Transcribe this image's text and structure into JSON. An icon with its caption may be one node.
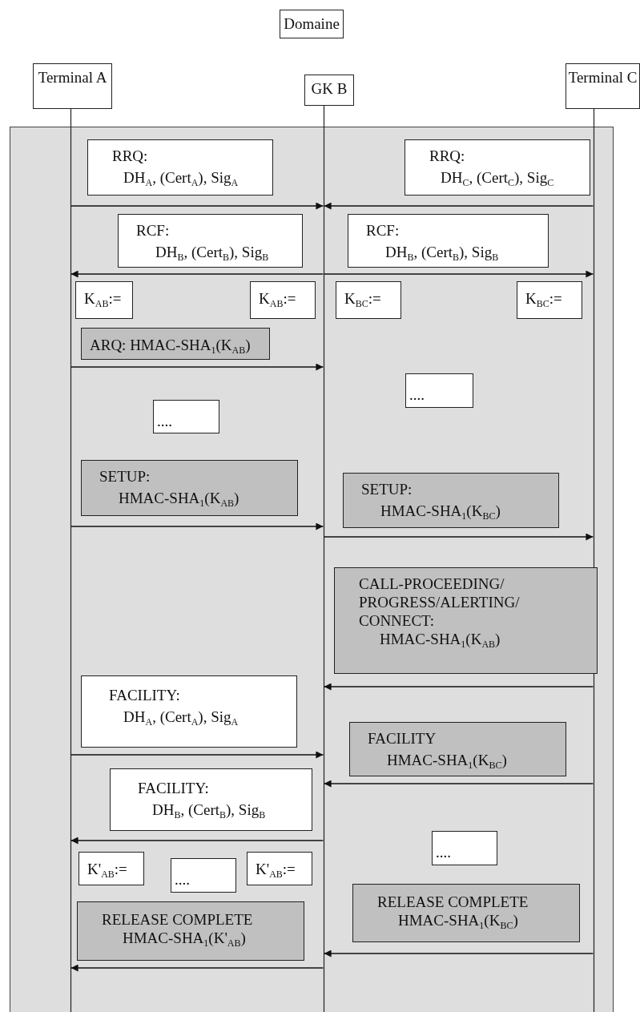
{
  "diagram": {
    "nodes": [
      {
        "text": [
          "Domaine"
        ]
      },
      {
        "text": [
          "Terminal A"
        ]
      },
      {
        "text": [
          "GK B"
        ]
      },
      {
        "text": [
          "Terminal C"
        ]
      },
      {
        "text": [],
        "shape": "box"
      },
      {
        "text": [
          "RRQ:",
          "DH$_{A}$, (Cert$_{A}$), Sig$_{A}$"
        ],
        "in": 4
      },
      {
        "text": [
          "RRQ:",
          "DH$_{C}$, (Cert$_{C}$), Sig$_{C}$"
        ],
        "in": 4
      },
      {
        "text": [
          "RCF:",
          "DH$_{B}$, (Cert$_{B}$), Sig$_{B}$"
        ],
        "in": 4
      },
      {
        "text": [
          "RCF:",
          "DH$_{B}$, (Cert$_{B}$), Sig$_{B}$"
        ],
        "in": 4
      },
      {
        "text": [
          "K$_{AB}$:="
        ],
        "in": 4
      },
      {
        "text": [
          "K$_{AB}$:="
        ],
        "in": 4
      },
      {
        "text": [
          "K$_{BC}$:="
        ],
        "in": 4
      },
      {
        "text": [
          "K$_{BC}$:="
        ],
        "in": 4
      },
      {
        "text": [
          "ARQ: HMAC-SHA$_{1}$(K$_{AB}$)"
        ],
        "in": 4
      },
      {
        "text": [
          "...."
        ],
        "in": 4
      },
      {
        "text": [
          "...."
        ],
        "in": 4
      },
      {
        "text": [
          "SETUP:",
          "HMAC-SHA$_{1}$(K$_{AB}$)"
        ],
        "in": 4
      },
      {
        "text": [
          "SETUP:",
          "HMAC-SHA$_{1}$(K$_{BC}$)"
        ],
        "in": 4
      },
      {
        "text": [
          "CALL-PROCEEDING/ PROGRESS/ALERTING/ CONNECT:",
          "HMAC-SHA$_{1}$(K$_{AB}$)"
        ],
        "in": 4
      },
      {
        "text": [
          "FACILITY:",
          "DH$_{A}$, (Cert$_{A}$), Sig$_{A}$"
        ],
        "in": 4
      },
      {
        "text": [
          "FACILITY",
          "HMAC-SHA$_{1}$(K$_{BC}$)"
        ],
        "in": 4
      },
      {
        "text": [
          "FACILITY:",
          "DH$_{B}$, (Cert$_{B}$), Sig$_{B}$"
        ],
        "in": 4
      },
      {
        "text": [
          "...."
        ],
        "in": 4
      },
      {
        "text": [
          "K'$_{AB}$:="
        ],
        "in": 4
      },
      {
        "text": [
          "...."
        ],
        "in": 4
      },
      {
        "text": [
          "K'$_{AB}$:="
        ],
        "in": 4
      },
      {
        "text": [
          "RELEASE COMPLETE",
          "HMAC-SHA$_{1}$(K$_{BC}$)"
        ],
        "in": 4
      },
      {
        "text": [
          "RELEASE COMPLETE",
          "HMAC-SHA$_{1}$(K'$_{AB}$)"
        ],
        "in": 4
      }
    ],
    "edges": [
      {
        "from": 1,
        "to": 2,
        "arrow": "to"
      },
      {
        "from": 3,
        "to": 2,
        "arrow": "to"
      },
      {
        "from": 2,
        "to": 1,
        "arrow": "to"
      },
      {
        "from": 2,
        "to": 3,
        "arrow": "to"
      },
      {
        "from": 1,
        "to": 2,
        "arrow": "to"
      },
      {
        "from": 1,
        "to": 2,
        "arrow": "to"
      },
      {
        "from": 2,
        "to": 3,
        "arrow": "to"
      },
      {
        "from": 3,
        "to": 2,
        "arrow": "to"
      },
      {
        "from": 1,
        "to": 2,
        "arrow": "to"
      },
      {
        "from": 3,
        "to": 2,
        "arrow": "to"
      },
      {
        "from": 2,
        "to": 1,
        "arrow": "to"
      },
      {
        "from": 3,
        "to": 2,
        "arrow": "to"
      },
      {
        "from": 2,
        "to": 1,
        "arrow": "to"
      }
    ]
  }
}
